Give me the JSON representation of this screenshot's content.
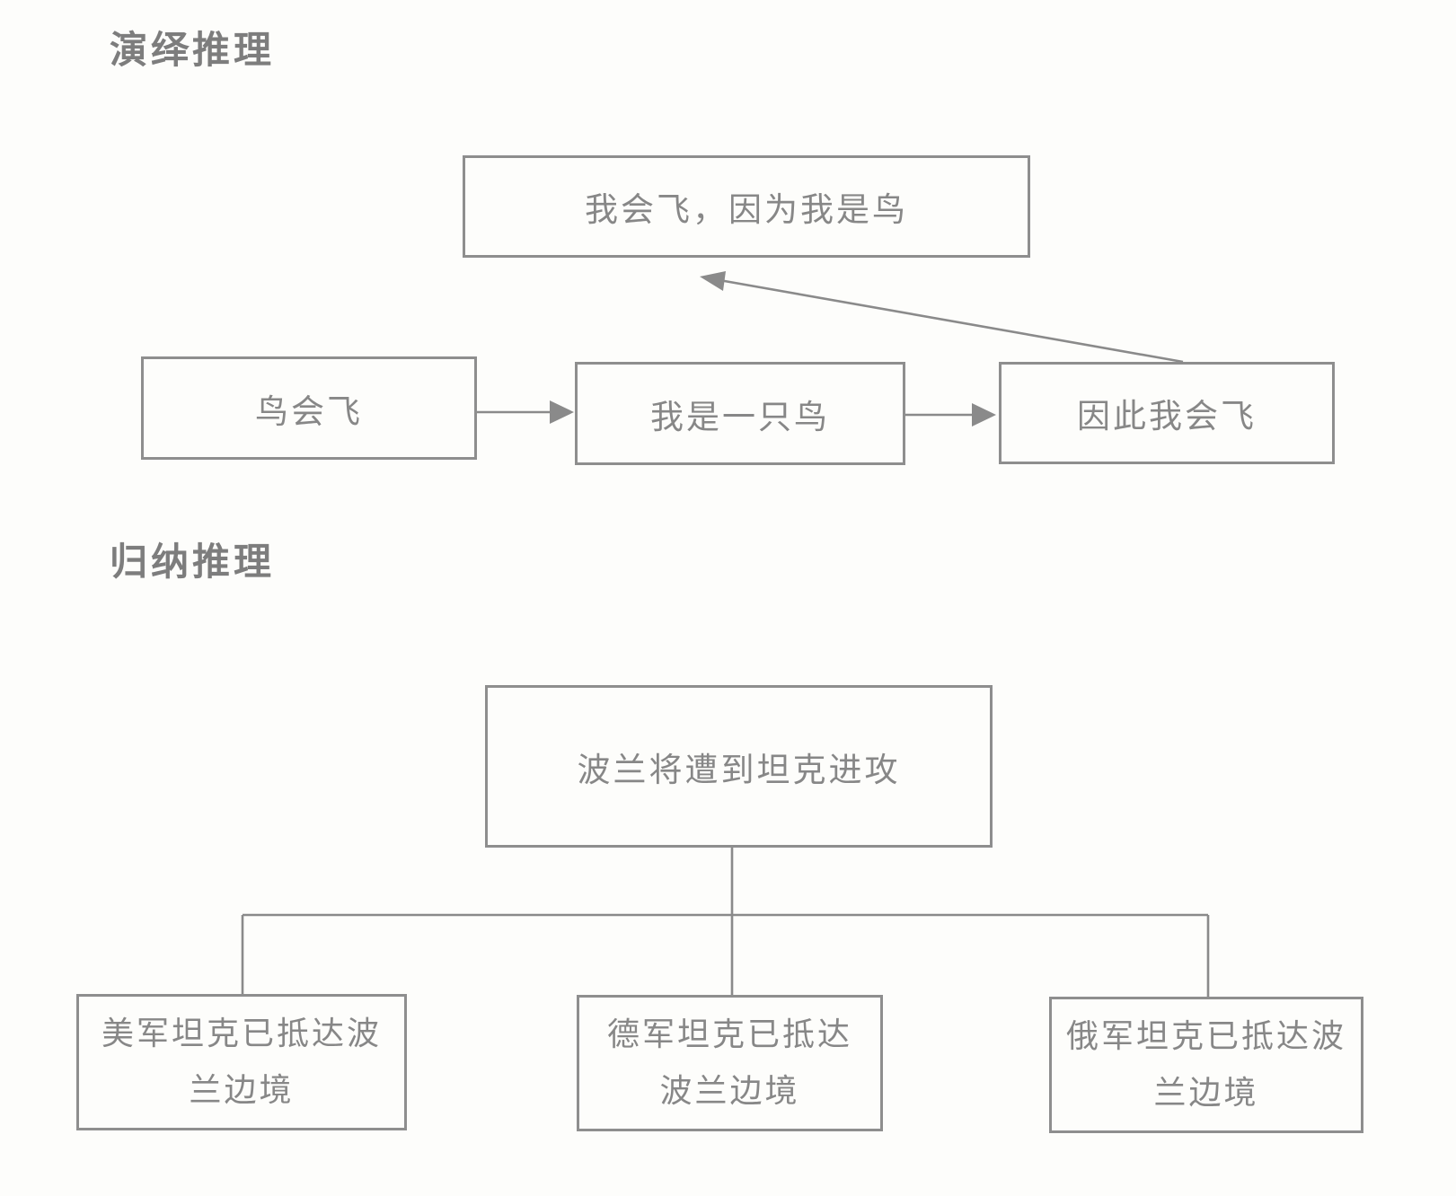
{
  "colors": {
    "background": "#fdfdfb",
    "line": "#8a8a8a",
    "box_border": "#8e8e8e",
    "text": "#878787",
    "heading_text": "#7d7d7d"
  },
  "deductive": {
    "heading": "演绎推理",
    "conclusion_box": "我会飞，因为我是鸟",
    "premise_boxes": {
      "0": "鸟会飞",
      "1": "我是一只鸟",
      "2": "因此我会飞"
    }
  },
  "inductive": {
    "heading": "归纳推理",
    "conclusion_box": "波兰将遭到坦克进攻",
    "evidence_boxes": {
      "0": "美军坦克已抵达波兰边境",
      "1": "德军坦克已抵达波兰边境",
      "2": "俄军坦克已抵达波兰边境"
    }
  }
}
